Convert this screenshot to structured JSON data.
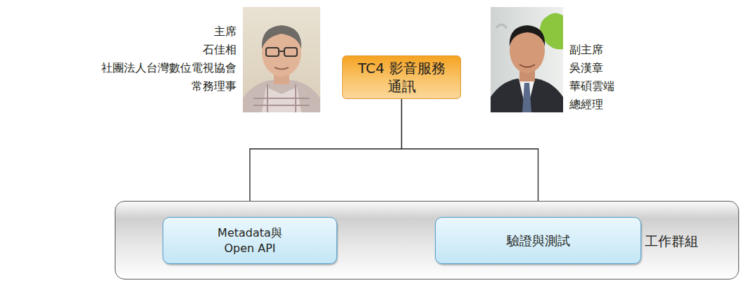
{
  "diagram": {
    "nodes": [
      {
        "text": [
          "TC4 影音服務通訊"
        ]
      },
      {
        "text": [
          "工作群組"
        ]
      },
      {
        "text": [
          "Metadata與 Open API"
        ],
        "in": 1
      },
      {
        "text": [
          "驗證與測試"
        ],
        "in": 1
      }
    ],
    "edges": [
      {
        "from": 0,
        "to": 2,
        "arrow": "to"
      },
      {
        "from": 0,
        "to": 3,
        "arrow": "to"
      }
    ],
    "labels": [
      "主席",
      "石佳相",
      "社團法人台灣數位電視協會",
      "常務理事",
      "副主席",
      "吳漢章",
      "華碩雲端",
      "總經理"
    ]
  }
}
